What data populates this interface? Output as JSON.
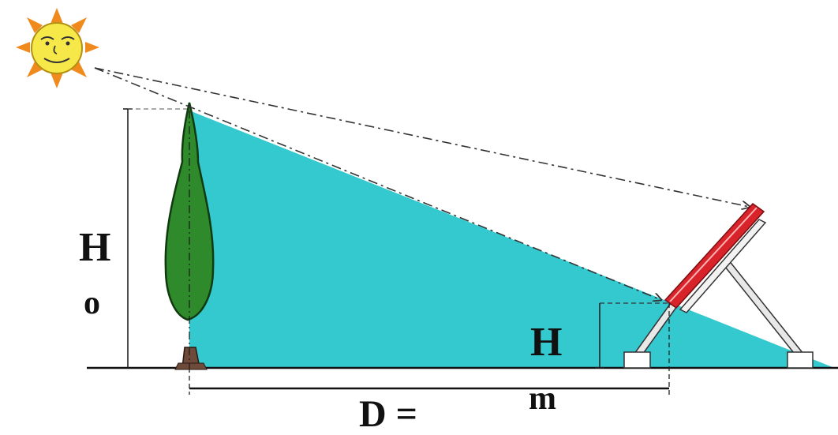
{
  "labels": {
    "obstacle_height_letter": "H",
    "obstacle_height_sub": "o",
    "module_height_letter": "H",
    "module_height_sub": "m",
    "distance": "D ="
  },
  "icons": {
    "sun": "sun-face-icon",
    "tree": "cypress-tree-icon",
    "panel": "solar-panel-icon"
  },
  "colors": {
    "shadow": "#33c9cf",
    "tree_foliage": "#2f8a2c",
    "tree_trunk": "#6e4a3a",
    "sun_rays": "#f08a1c",
    "sun_face": "#f7e84a",
    "panel_frame": "#d8232a"
  }
}
